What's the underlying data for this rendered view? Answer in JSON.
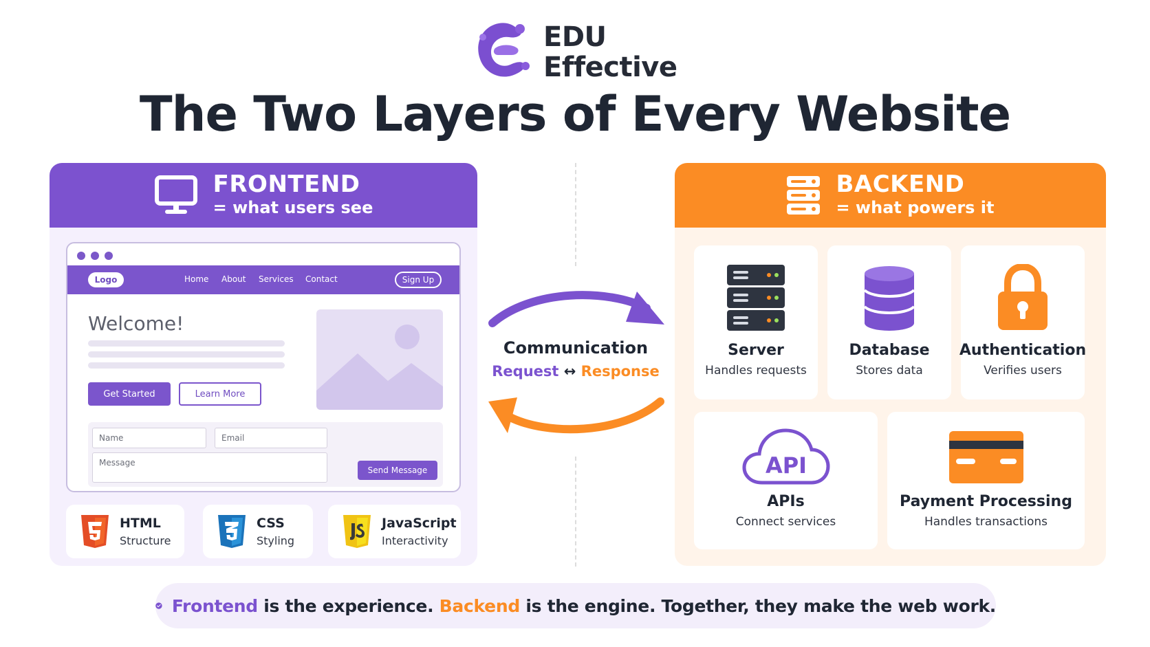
{
  "brand": {
    "line1": "EDU",
    "line2": "Effective"
  },
  "title": "The Two Layers of Every Website",
  "colors": {
    "purple": "#7c52cf",
    "orange": "#fb8c24",
    "dark": "#1f2633"
  },
  "frontend": {
    "title": "FRONTEND",
    "subtitle": "= what users see",
    "icon": "monitor-icon",
    "mock": {
      "logo": "Logo",
      "nav": [
        "Home",
        "About",
        "Services",
        "Contact"
      ],
      "signup": "Sign Up",
      "welcome": "Welcome!",
      "primary_button": "Get Started",
      "secondary_button": "Learn More",
      "name_placeholder": "Name",
      "email_placeholder": "Email",
      "message_placeholder": "Message",
      "send_button": "Send Message"
    },
    "tech": [
      {
        "name": "HTML",
        "role": "Structure",
        "icon": "html5-icon"
      },
      {
        "name": "CSS",
        "role": "Styling",
        "icon": "css3-icon"
      },
      {
        "name": "JavaScript",
        "role": "Interactivity",
        "icon": "javascript-icon"
      }
    ]
  },
  "communication": {
    "title": "Communication",
    "request": "Request",
    "arrow": "↔",
    "response": "Response"
  },
  "backend": {
    "title": "BACKEND",
    "subtitle": "= what powers it",
    "icon": "server-stack-icon",
    "services": [
      {
        "name": "Server",
        "desc": "Handles requests",
        "icon": "server-icon"
      },
      {
        "name": "Database",
        "desc": "Stores data",
        "icon": "database-icon"
      },
      {
        "name": "Authentication",
        "desc": "Verifies users",
        "icon": "lock-icon"
      },
      {
        "name": "APIs",
        "desc": "Connect services",
        "icon": "api-cloud-icon",
        "icon_text": "API"
      },
      {
        "name": "Payment Processing",
        "desc": "Handles transactions",
        "icon": "credit-card-icon"
      }
    ]
  },
  "footer": {
    "frontend_word": "Frontend",
    "part1": " is the experience. ",
    "backend_word": "Backend",
    "part2": " is the engine. Together, they make the web work."
  }
}
